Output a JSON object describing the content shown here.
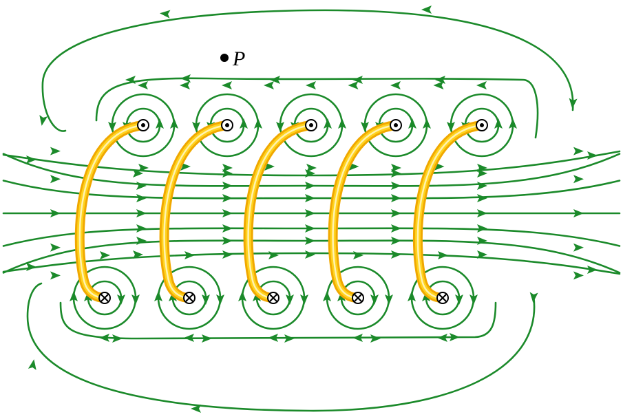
{
  "diagram": {
    "point_label": "P",
    "colors": {
      "field": "#1b8a2a",
      "wire_outer": "#f0a800",
      "wire_mid": "#ffd21e",
      "wire_core": "#fff3b0",
      "marker": "#000000"
    },
    "turns": 5,
    "current_out_of_page_row": "top",
    "current_into_page_row": "bottom",
    "icons": [
      "current-out-of-page-icon",
      "current-into-page-icon",
      "field-direction-arrow-icon"
    ]
  }
}
